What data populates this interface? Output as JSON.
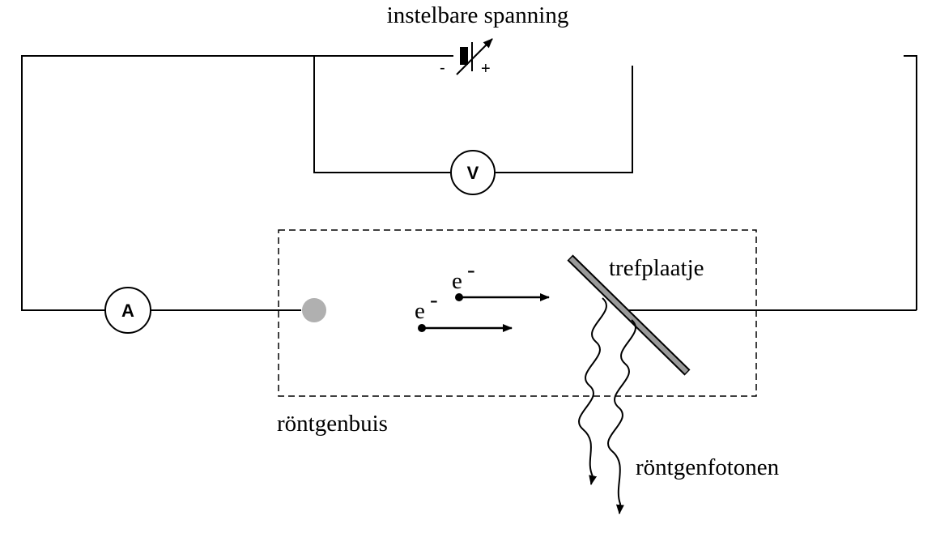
{
  "labels": {
    "voltage_source": "instelbare spanning",
    "voltmeter": "V",
    "ammeter": "A",
    "target": "trefplaatje",
    "tube": "röntgenbuis",
    "photons": "röntgenfotonen",
    "electron_1": "e",
    "electron_1_sup": "-",
    "electron_2": "e",
    "electron_2_sup": "-",
    "minus_sign": "-",
    "plus_sign": "+"
  },
  "colors": {
    "line": "#000000",
    "target_plate": "#9a9a9a",
    "cathode": "#b0b0b0"
  }
}
